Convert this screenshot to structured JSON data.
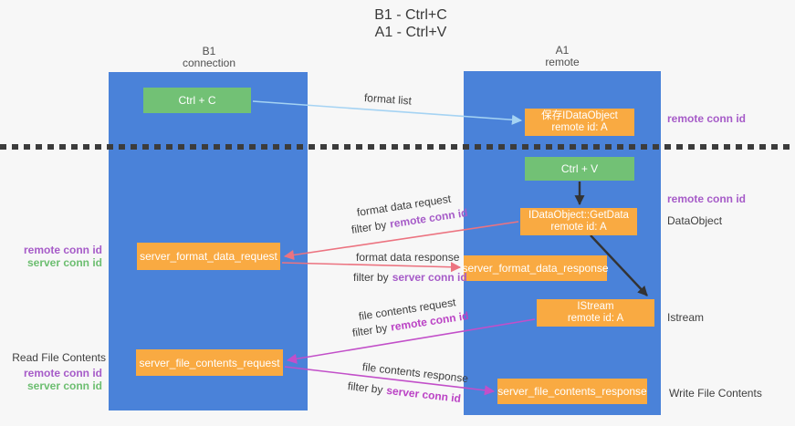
{
  "colors": {
    "column_blue": "#4a82d9",
    "box_orange": "#f9aa42",
    "box_green": "#72c175",
    "arrow_lightblue": "#a5d3f3",
    "arrow_salmon": "#ec7380",
    "arrow_magenta": "#c24fc9",
    "arrow_black": "#333333",
    "purple_text": "#a65bc8",
    "green_text": "#6cbe70",
    "magenta_text": "#bb43c5"
  },
  "title": {
    "line1": "B1 - Ctrl+C",
    "line2": "A1 - Ctrl+V"
  },
  "columns": {
    "b1": {
      "name": "B1",
      "subtitle": "connection"
    },
    "a1": {
      "name": "A1",
      "subtitle": "remote"
    }
  },
  "boxes": {
    "ctrl_c": {
      "label": "Ctrl + C"
    },
    "save_idataobject": {
      "line1": "保存IDataObject",
      "line2": "remote id: A"
    },
    "ctrl_v": {
      "label": "Ctrl + V"
    },
    "getdata": {
      "line1": "IDataObject::GetData",
      "line2": "remote id: A"
    },
    "server_format_data_request": {
      "label": "server_format_data_request"
    },
    "server_format_data_response": {
      "label": "server_format_data_response"
    },
    "istream": {
      "line1": "IStream",
      "line2": "remote id: A"
    },
    "server_file_contents_request": {
      "label": "server_file_contents_request"
    },
    "server_file_contents_response": {
      "label": "server_file_contents_response"
    }
  },
  "arrow_labels": {
    "format_list": "format list",
    "format_data_request": "format data request",
    "format_data_response": "format data response",
    "file_contents_request": "file contents request",
    "file_contents_response": "file contents response",
    "filter_by": "filter by"
  },
  "conn_ids": {
    "remote": "remote conn id",
    "server": "server conn id"
  },
  "side_labels": {
    "dataobject": "DataObject",
    "istream": "Istream",
    "read_file_contents": "Read File Contents",
    "write_file_contents": "Write File Contents"
  }
}
